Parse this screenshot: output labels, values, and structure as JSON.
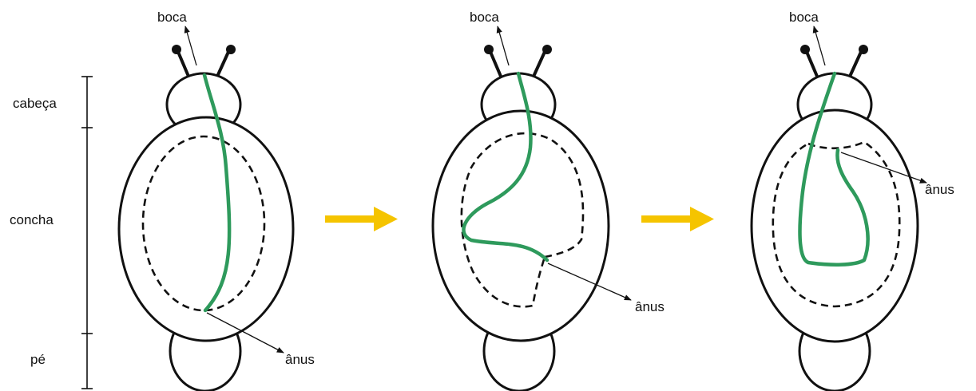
{
  "labels": {
    "mouth": "boca",
    "anus": "ânus",
    "head": "cabeça",
    "shell": "concha",
    "foot": "pé"
  },
  "colors": {
    "digestive_tract": "#2e9a5c",
    "arrow": "#f5c400",
    "outline": "#111111"
  }
}
